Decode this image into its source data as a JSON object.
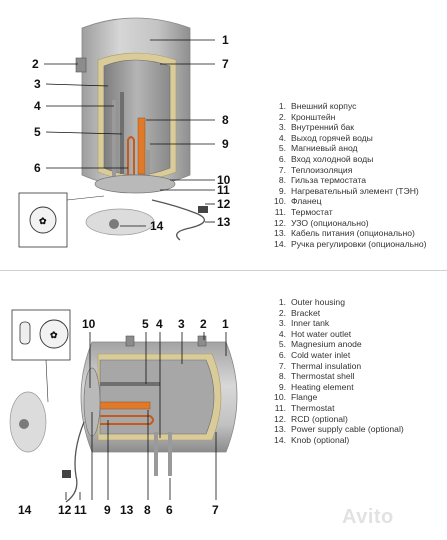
{
  "top_diagram": {
    "callouts": [
      "1",
      "2",
      "3",
      "4",
      "5",
      "6",
      "7",
      "8",
      "9",
      "10",
      "11",
      "12",
      "13",
      "14"
    ],
    "legend": [
      {
        "num": "1.",
        "text": "Внешний корпус"
      },
      {
        "num": "2.",
        "text": "Кронштейн"
      },
      {
        "num": "3.",
        "text": "Внутренний бак"
      },
      {
        "num": "4.",
        "text": "Выход горячей воды"
      },
      {
        "num": "5.",
        "text": "Магниевый анод"
      },
      {
        "num": "6.",
        "text": "Вход холодной воды"
      },
      {
        "num": "7.",
        "text": "Теплоизоляция"
      },
      {
        "num": "8.",
        "text": "Гильза термостата"
      },
      {
        "num": "9.",
        "text": "Нагревательный элемент (ТЭН)"
      },
      {
        "num": "10.",
        "text": "Фланец"
      },
      {
        "num": "11.",
        "text": "Термостат"
      },
      {
        "num": "12.",
        "text": "УЗО (опционально)"
      },
      {
        "num": "13.",
        "text": "Кабель питания (опционально)"
      },
      {
        "num": "14.",
        "text": "Ручка регулировки (опционально)"
      }
    ]
  },
  "bottom_diagram": {
    "callouts": [
      "10",
      "5",
      "4",
      "3",
      "2",
      "1",
      "14",
      "12",
      "11",
      "9",
      "7",
      "8",
      "6",
      "13"
    ],
    "legend": [
      {
        "num": "1.",
        "text": "Outer housing"
      },
      {
        "num": "2.",
        "text": "Bracket"
      },
      {
        "num": "3.",
        "text": "Inner tank"
      },
      {
        "num": "4.",
        "text": "Hot water outlet"
      },
      {
        "num": "5.",
        "text": "Magnesium anode"
      },
      {
        "num": "6.",
        "text": "Cold water inlet"
      },
      {
        "num": "7.",
        "text": "Thermal insulation"
      },
      {
        "num": "8.",
        "text": "Thermostat shell"
      },
      {
        "num": "9.",
        "text": "Heating element"
      },
      {
        "num": "10.",
        "text": "Flange"
      },
      {
        "num": "11.",
        "text": "Thermostat"
      },
      {
        "num": "12.",
        "text": "RCD (optional)"
      },
      {
        "num": "13.",
        "text": "Power supply cable (optional)"
      },
      {
        "num": "14.",
        "text": "Knob (optional)"
      }
    ]
  },
  "watermark": "Avito",
  "colors": {
    "housing": "#c7c7c7",
    "tank": "#a9a9a9",
    "accent": "#e07a2a",
    "line": "#111111"
  }
}
